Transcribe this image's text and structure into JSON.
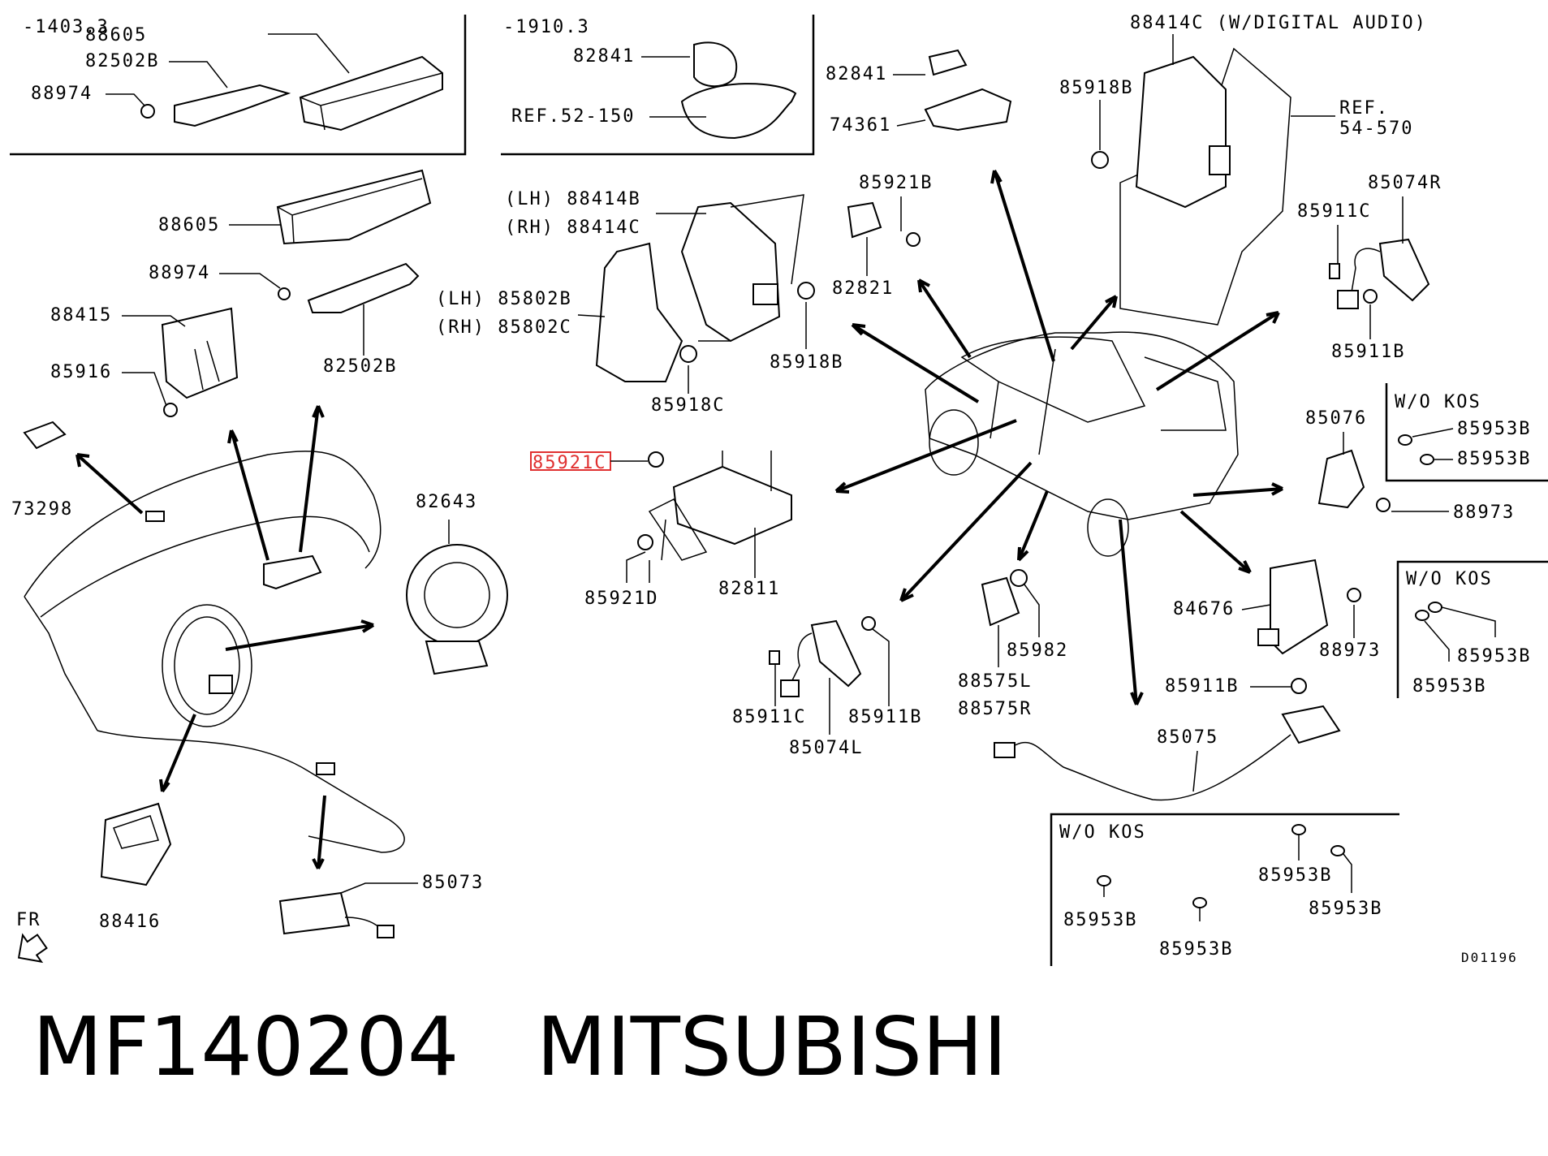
{
  "footer": {
    "part_number": "MF140204",
    "brand": "MITSUBISHI"
  },
  "diagram_code": "D01196",
  "front_marker": "FR",
  "inset_top_left": {
    "date": "-1403.3",
    "labels": [
      "88605",
      "82502B",
      "88974"
    ]
  },
  "inset_top_mid": {
    "date": "-1910.3",
    "labels": [
      "82841",
      "REF.52-150"
    ]
  },
  "highlighted_label": "85921C",
  "labels": {
    "l_88605": "88605",
    "l_88974": "88974",
    "l_88415": "88415",
    "l_85916": "85916",
    "l_82502B": "82502B",
    "l_73298": "73298",
    "l_82643": "82643",
    "l_88416": "88416",
    "l_85073": "85073",
    "l_lh88414B": "(LH) 88414B",
    "l_rh88414C": "(RH) 88414C",
    "l_lh85802B": "(LH) 85802B",
    "l_rh85802C": "(RH) 85802C",
    "l_85918C": "85918C",
    "l_85918B_mid": "85918B",
    "l_85921D": "85921D",
    "l_82811": "82811",
    "l_82841": "82841",
    "l_74361": "74361",
    "l_85921B": "85921B",
    "l_82821": "82821",
    "l_88414C_da": "88414C (W/DIGITAL AUDIO)",
    "l_85918B_top": "85918B",
    "l_ref54": "REF.",
    "l_ref54b": "54-570",
    "l_85074R": "85074R",
    "l_85911C_r": "85911C",
    "l_85911B_r": "85911B",
    "l_85076": "85076",
    "l_88973_a": "88973",
    "l_84676": "84676",
    "l_88973_b": "88973",
    "l_85911B_c": "85911B",
    "l_85075": "85075",
    "l_85911C_m": "85911C",
    "l_85911B_m": "85911B",
    "l_85074L": "85074L",
    "l_88575L": "88575L",
    "l_88575R": "88575R",
    "l_85982": "85982"
  },
  "wo_kos_boxes": [
    {
      "title": "W/O KOS",
      "labels": [
        "85953B",
        "85953B"
      ]
    },
    {
      "title": "W/O KOS",
      "labels": [
        "85953B",
        "85953B"
      ]
    },
    {
      "title": "W/O KOS",
      "labels": [
        "85953B",
        "85953B",
        "85953B",
        "85953B"
      ]
    }
  ]
}
